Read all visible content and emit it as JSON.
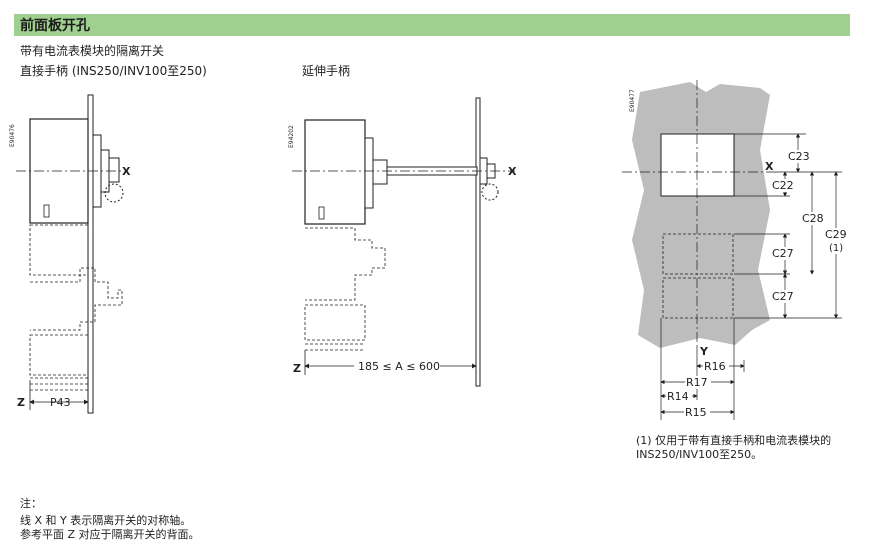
{
  "header": {
    "title": "前面板开孔"
  },
  "subtitle": "带有电流表模块的隔离开关",
  "direct_handle": {
    "label": "直接手柄 (INS250/INV100至250)",
    "code": "E90476",
    "axis_x": "X",
    "axis_z": "Z",
    "dim_p43": "P43"
  },
  "extended_handle": {
    "label": "延伸手柄",
    "code": "E94202",
    "axis_x": "X",
    "axis_z": "Z",
    "dim_range": "185 ≤ A ≤ 600"
  },
  "cutout": {
    "code": "E90477",
    "axis_x": "X",
    "axis_y": "Y",
    "dims": {
      "c23": "C23",
      "c22": "C22",
      "c28": "C28",
      "c29": "C29",
      "c29_note": "(1)",
      "c27_a": "C27",
      "c27_b": "C27",
      "r16": "R16",
      "r17": "R17",
      "r14": "R14",
      "r15": "R15"
    }
  },
  "footnote": {
    "line1": "(1) 仅用于带有直接手柄和电流表模块的",
    "line2": "INS250/INV100至250。"
  },
  "notes": {
    "title": "注：",
    "line1": "线 X 和 Y 表示隔离开关的对称轴。",
    "line2": "参考平面 Z 对应于隔离开关的背面。"
  }
}
